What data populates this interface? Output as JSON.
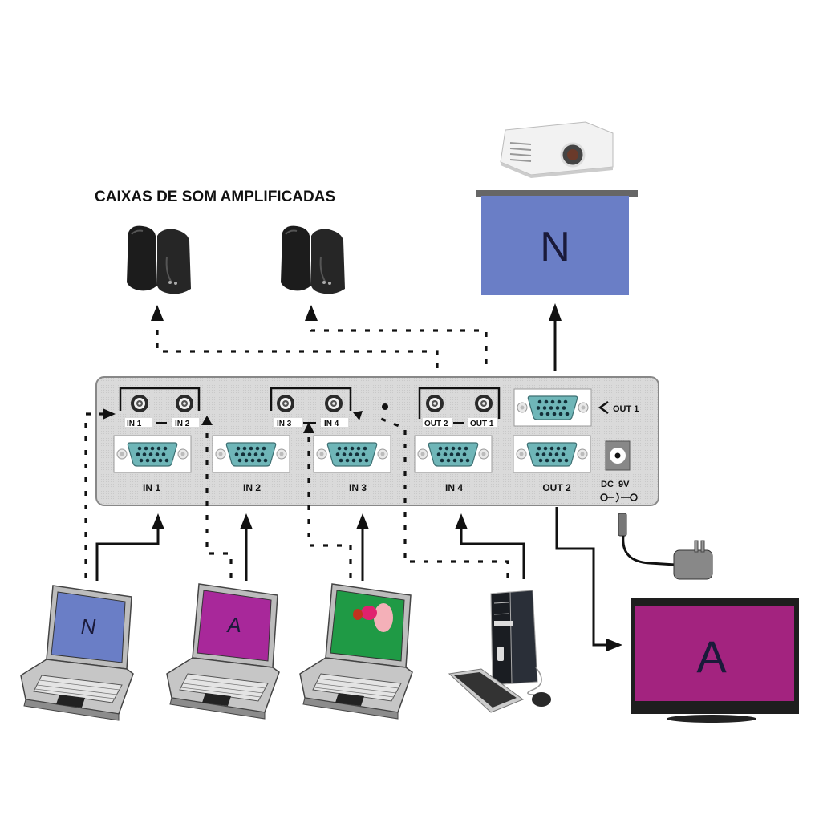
{
  "title": "CAIXAS DE SOM AMPLIFICADAS",
  "switch": {
    "audio_groups": [
      {
        "left": "IN 1",
        "right": "IN 2"
      },
      {
        "left": "IN 3",
        "right": "IN 4"
      },
      {
        "left": "OUT 2",
        "right": "OUT 1"
      }
    ],
    "vga_ports": [
      {
        "label": "IN 1"
      },
      {
        "label": "IN 2"
      },
      {
        "label": "IN 3"
      },
      {
        "label": "IN 4"
      },
      {
        "label": "OUT 2"
      }
    ],
    "out1_label": "OUT 1",
    "power_label": "DC  9V"
  },
  "projector_screen": {
    "letter": "N",
    "color": "#6a7ec6"
  },
  "laptops": [
    {
      "letter": "N",
      "color": "#6a7ec6"
    },
    {
      "letter": "A",
      "color": "#a8289a"
    },
    {
      "letter": "",
      "color": "#1f9a45"
    }
  ],
  "tv": {
    "letter": "A",
    "color": "#a3237f"
  },
  "colors": {
    "switch_body": "#dcdcdc",
    "vga_connector": "#6fb6b8"
  }
}
